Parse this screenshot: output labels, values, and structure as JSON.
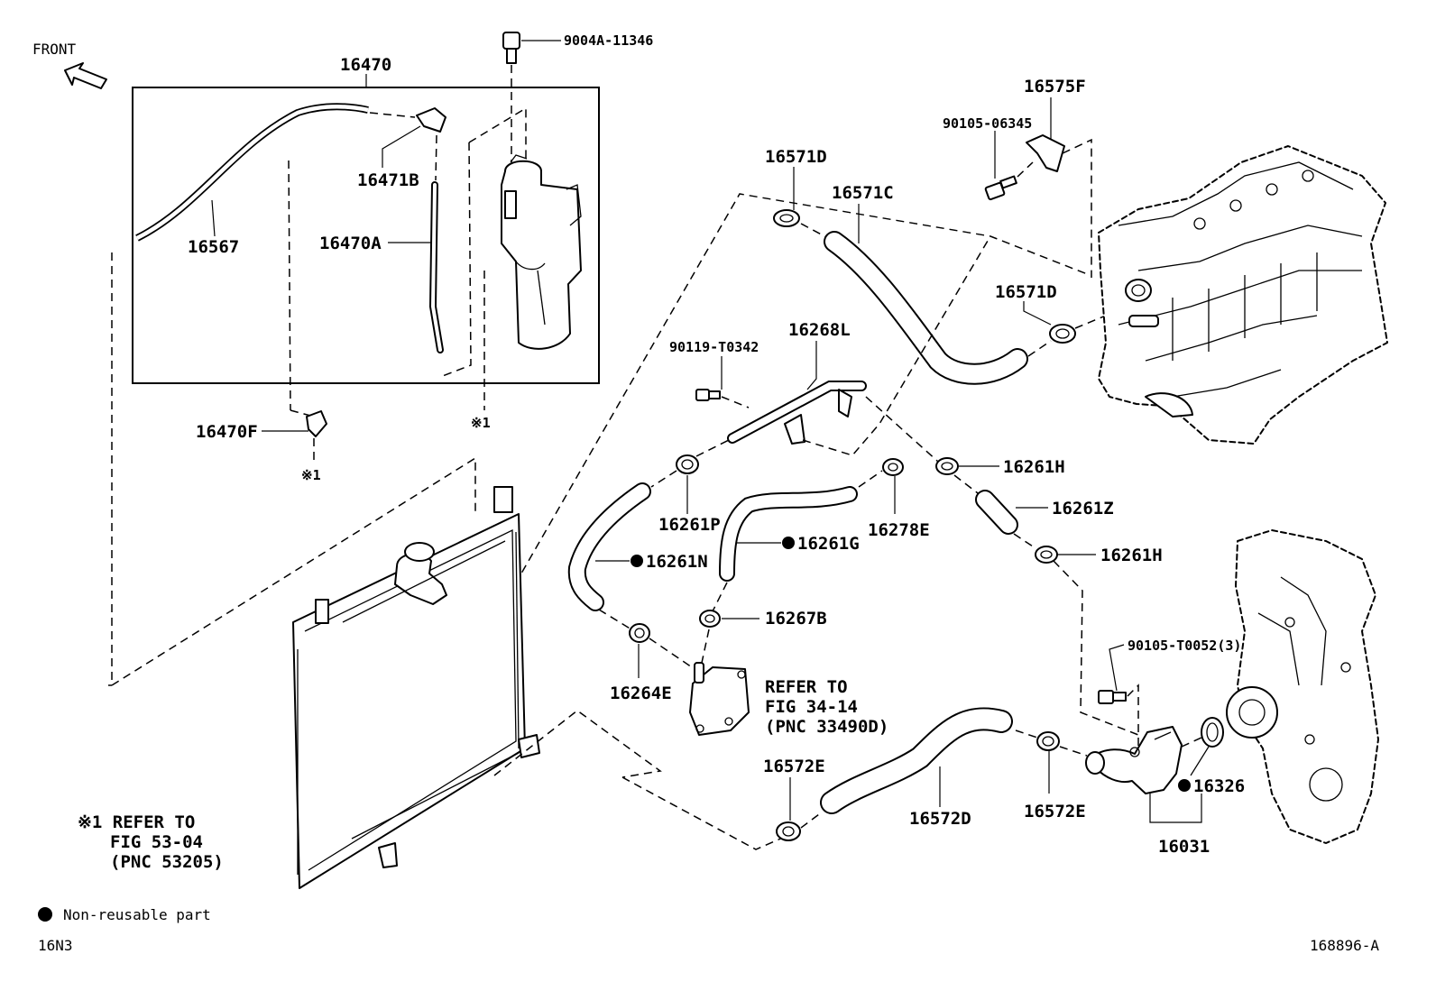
{
  "front_label": "FRONT",
  "parts": {
    "p16470": "16470",
    "p9004A": "9004A-11346",
    "p16471B": "16471B",
    "p16567": "16567",
    "p16470A": "16470A",
    "p16470F": "16470F",
    "p16575F": "16575F",
    "p90105_06345": "90105-06345",
    "p16571D_a": "16571D",
    "p16571C": "16571C",
    "p16571D_b": "16571D",
    "p90119": "90119-T0342",
    "p16268L": "16268L",
    "p16261H_a": "16261H",
    "p16261Z": "16261Z",
    "p16261H_b": "16261H",
    "p16261P": "16261P",
    "p16261N": "16261N",
    "p16261G": "16261G",
    "p16278E": "16278E",
    "p16267B": "16267B",
    "p16264E": "16264E",
    "p90105_T0052": "90105-T0052(3)",
    "p16572E_a": "16572E",
    "p16572D": "16572D",
    "p16572E_b": "16572E",
    "p16326": "16326",
    "p16031": "16031"
  },
  "ref_marks": {
    "mark_a": "※1",
    "mark_b": "※1"
  },
  "refer_fig34": {
    "line1": "REFER TO",
    "line2": "FIG 34-14",
    "line3": "(PNC 33490D)"
  },
  "refer_fig53": {
    "line1": "※1 REFER TO",
    "line2": "FIG 53-04",
    "line3": "(PNC 53205)"
  },
  "legend": {
    "non_reusable": "Non-reusable part"
  },
  "footer": {
    "left_code": "16N3",
    "right_code": "168896-A"
  }
}
